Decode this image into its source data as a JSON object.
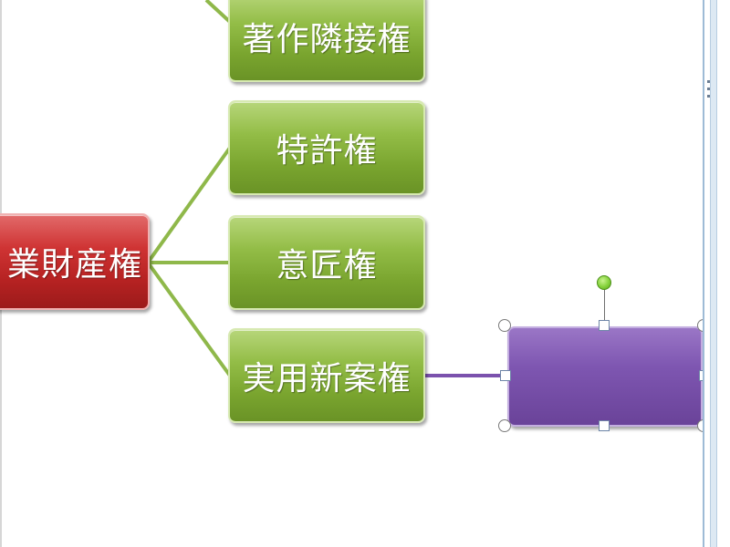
{
  "diagram": {
    "root": {
      "label": "業財産権",
      "color": "#c62b2b"
    },
    "children": [
      {
        "label": "著作隣接権",
        "color": "#88b53d"
      },
      {
        "label": "特許権",
        "color": "#88b53d"
      },
      {
        "label": "意匠権",
        "color": "#88b53d"
      },
      {
        "label": "実用新案権",
        "color": "#88b53d"
      }
    ],
    "selected_shape": {
      "label": "",
      "color": "#7b52ad"
    },
    "connector_color": "#8fb84a",
    "selected_connector_color": "#7b52ad"
  }
}
